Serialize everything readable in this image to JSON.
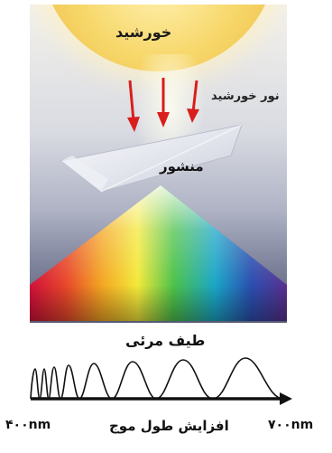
{
  "labels": {
    "sun": "خورشید",
    "sunlight": "نور خورشید",
    "prism": "منشور",
    "visible_spectrum": "طیف مرئی",
    "wavelength_axis": "افزایش طول موج",
    "start_wavelength": "۴۰۰nm",
    "end_wavelength": "۷۰۰nm"
  },
  "colors": {
    "arrow": "#d91e1e",
    "sun": "#f7d76a"
  }
}
